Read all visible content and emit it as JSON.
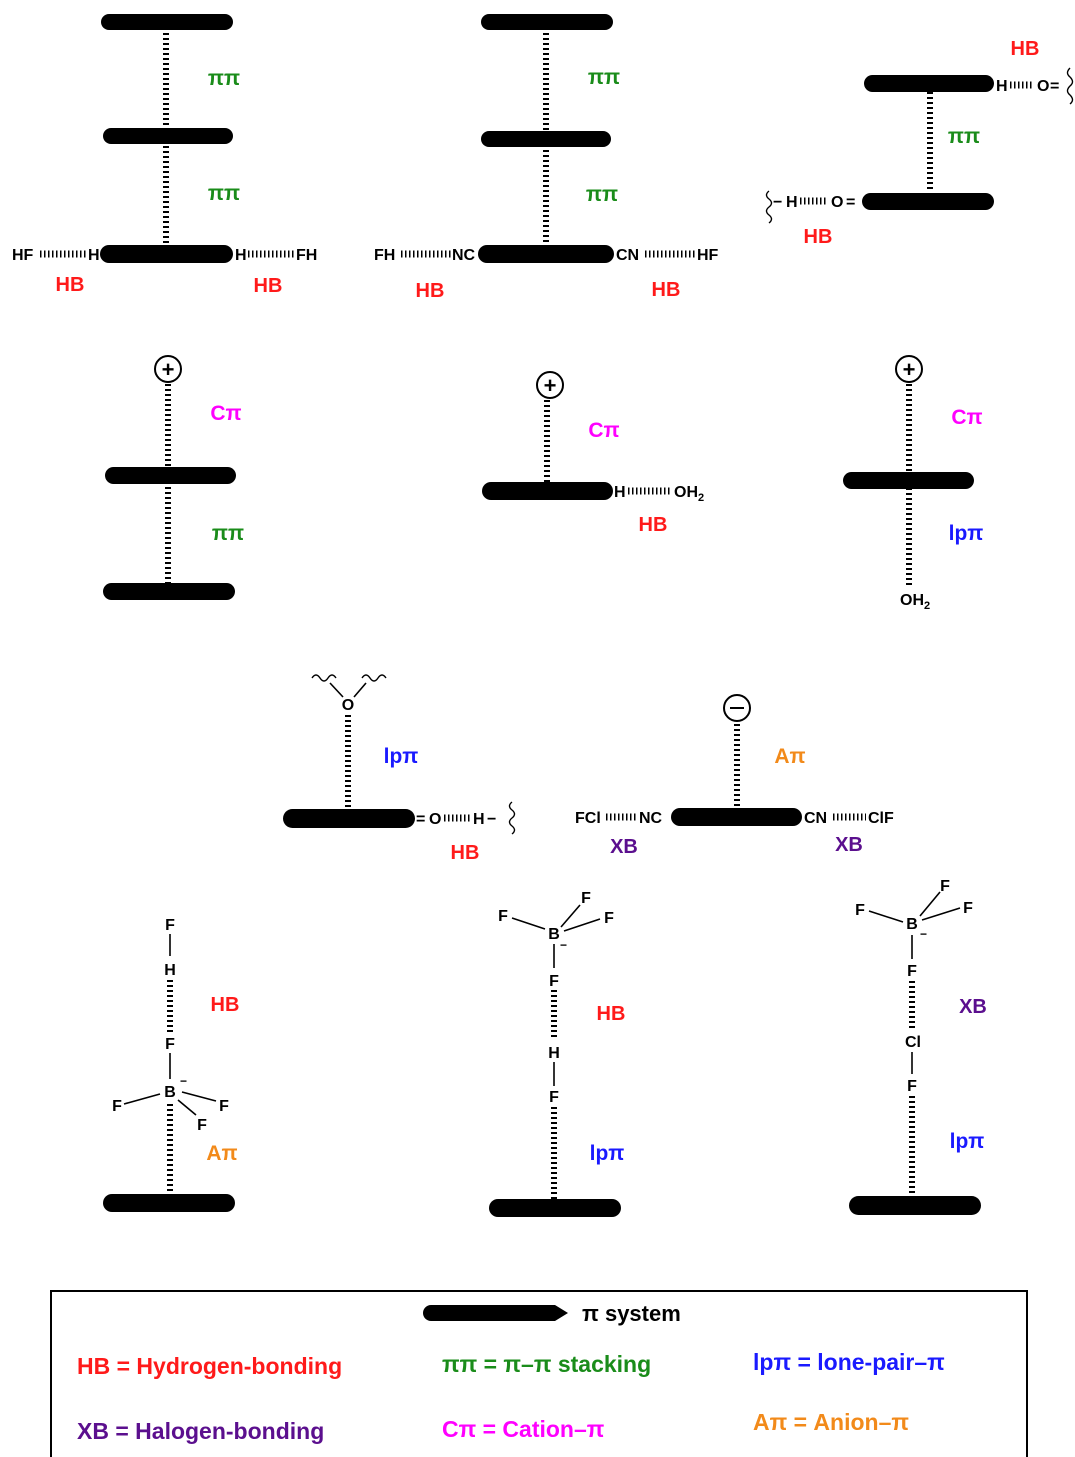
{
  "colors": {
    "HB": "#ff1a1a",
    "pipi": "#1a8c1a",
    "Cpi": "#ff00ff",
    "lppi": "#1a1aff",
    "XB": "#5b0f8e",
    "Api": "#f28a1a",
    "black": "#000000"
  },
  "labels": {
    "HB": "HB",
    "pipi": "ππ",
    "Cpi": "Cπ",
    "lppi": "lpπ",
    "XB": "XB",
    "Api": "Aπ"
  },
  "atoms": {
    "HF": "HF",
    "H": "H",
    "FH": "FH",
    "NC": "NC",
    "CN": "CN",
    "O": "O",
    "OH2": "OH",
    "sub2": "2",
    "FCl": "FCl",
    "ClF": "ClF",
    "F": "F",
    "B": "B",
    "Cl": "Cl",
    "minus": "−",
    "plus": "+",
    "dash": "−",
    "eq": "="
  },
  "legend": {
    "pi_system": "π  system",
    "hb": "HB = Hydrogen-bonding",
    "pipi": "ππ = π–π  stacking",
    "lppi": "lpπ = lone-pair–π",
    "xb": "XB = Halogen-bonding",
    "cpi": "Cπ = Cation–π",
    "api": "Aπ = Anion–π"
  }
}
